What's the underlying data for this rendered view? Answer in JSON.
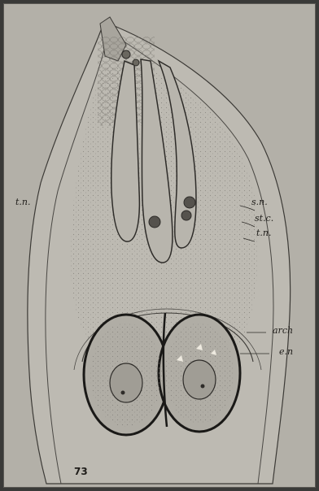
{
  "figure": {
    "number": "73",
    "labels": {
      "tn_left": "t.n.",
      "sn": "s.n.",
      "stc": "st.c.",
      "tn_right": "t.n.",
      "arch": "arch",
      "en": "e.n"
    }
  }
}
